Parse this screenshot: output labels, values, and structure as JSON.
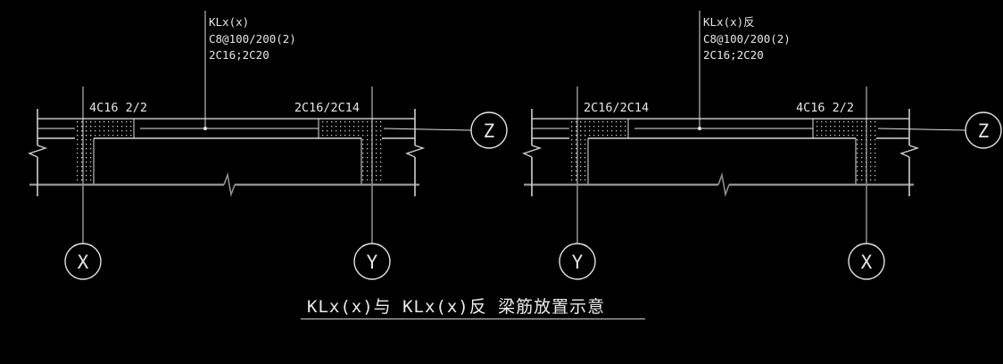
{
  "drawing": {
    "title": "KLx(x)与 KLx(x)反 梁筋放置示意",
    "colors": {
      "background": "#000000",
      "main_line": "#e8e8e8",
      "dim_line": "#8f8f8f",
      "text": "#e6e6e6"
    },
    "diagrams": [
      {
        "id": "KLx(x)",
        "callout": {
          "line1": "KLx(x)",
          "line2": "C8@100/200(2)",
          "line3": "2C16;2C20"
        },
        "top_left_label": "4C16 2/2",
        "top_right_label": "2C16/2C14",
        "grid_bubble_left": "X",
        "grid_bubble_right": "Y",
        "section_bubble": "Z"
      },
      {
        "id": "KLx(x)反",
        "callout": {
          "line1": "KLx(x)反",
          "line2": "C8@100/200(2)",
          "line3": "2C16;2C20"
        },
        "top_left_label": "2C16/2C14",
        "top_right_label": "4C16 2/2",
        "grid_bubble_left": "Y",
        "grid_bubble_right": "X",
        "section_bubble": "Z"
      }
    ]
  }
}
